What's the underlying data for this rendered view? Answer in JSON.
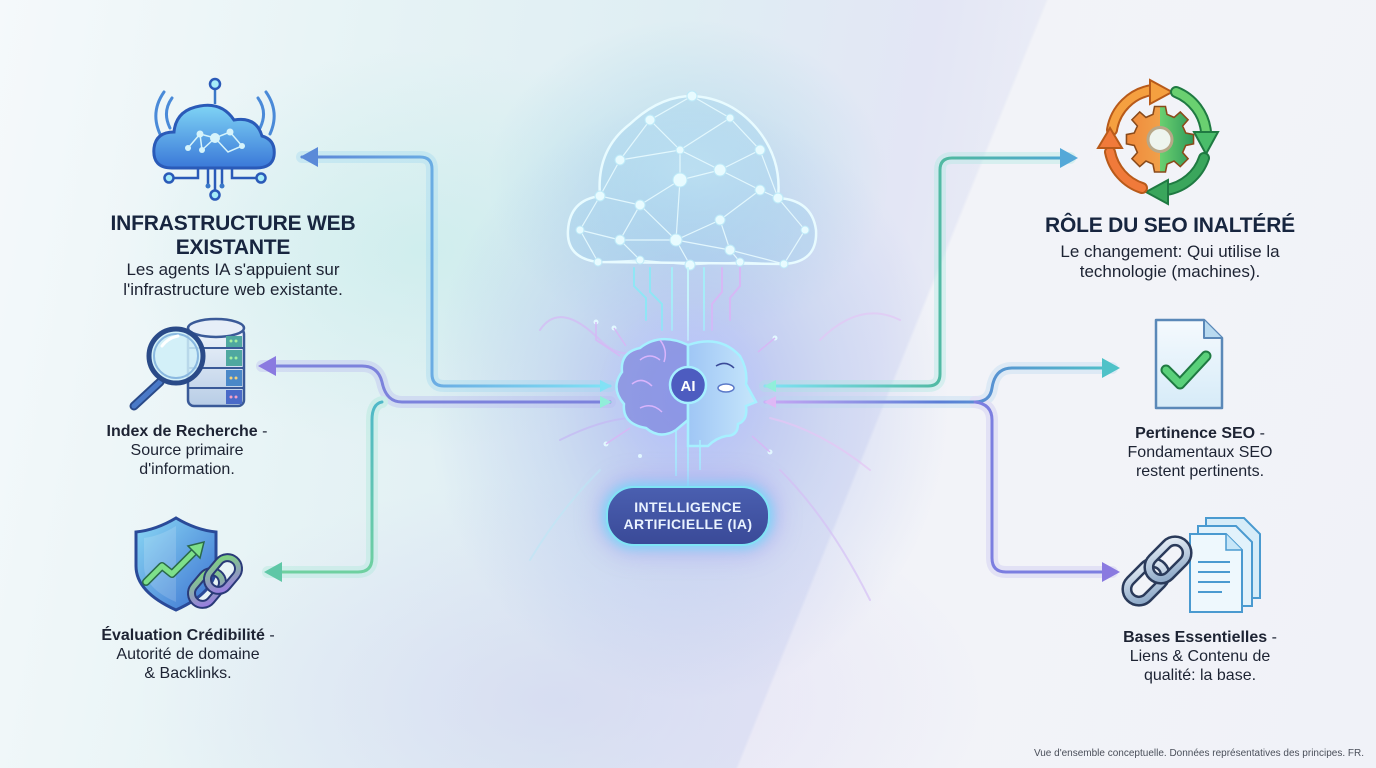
{
  "center": {
    "label": "INTELLIGENCE ARTIFICIELLE (IA)",
    "label_line1": "INTELLIGENCE",
    "label_line2": "ARTIFICIELLE (IA)",
    "badge": "AI",
    "icons": [
      "network-cloud-brain-icon",
      "ai-head-icon"
    ]
  },
  "left": [
    {
      "id": "infrastructure",
      "icon": "cloud-network-icon",
      "title_line1": "INFRASTRUCTURE WEB",
      "title_line2": "EXISTANTE",
      "desc_line1": "Les agents IA s'appuient sur",
      "desc_line2": "l'infrastructure web existante."
    },
    {
      "id": "index",
      "icon": "database-search-icon",
      "lead": "Index de Recherche",
      "lead_suffix": " -",
      "desc_line1": "Source primaire",
      "desc_line2": "d'information."
    },
    {
      "id": "credibilite",
      "icon": "shield-link-icon",
      "lead": "Évaluation Crédibilité",
      "lead_suffix": " -",
      "desc_line1": "Autorité de domaine",
      "desc_line2": "& Backlinks."
    }
  ],
  "right": [
    {
      "id": "role-seo",
      "icon": "gear-cycle-icon",
      "title_line1": "RÔLE DU SEO INALTÉRÉ",
      "desc_line1": "Le changement: Qui utilise la",
      "desc_line2": "technologie (machines)."
    },
    {
      "id": "pertinence",
      "icon": "document-check-icon",
      "lead": "Pertinence SEO",
      "lead_suffix": " -",
      "desc_line1": "Fondamentaux SEO",
      "desc_line2": "restent pertinents."
    },
    {
      "id": "bases",
      "icon": "link-documents-icon",
      "lead": "Bases Essentielles",
      "lead_suffix": " -",
      "desc_line1": "Liens & Contenu de",
      "desc_line2": "qualité: la base."
    }
  ],
  "footer": {
    "note": "Vue d'ensemble conceptuelle. Données représentatives des principes. FR."
  },
  "colors": {
    "text_dark": "#17253f",
    "connector_blue": "#5b84d6",
    "connector_purple": "#8a7ae0",
    "connector_green": "#5fc7a6",
    "connector_teal": "#4fb8b0",
    "glow_cyan": "#7fe3f5",
    "pill_bg": "#3f52a3",
    "gear_orange": "#f08a3a",
    "gear_green": "#3aa65c",
    "check_green": "#4cc46a"
  }
}
